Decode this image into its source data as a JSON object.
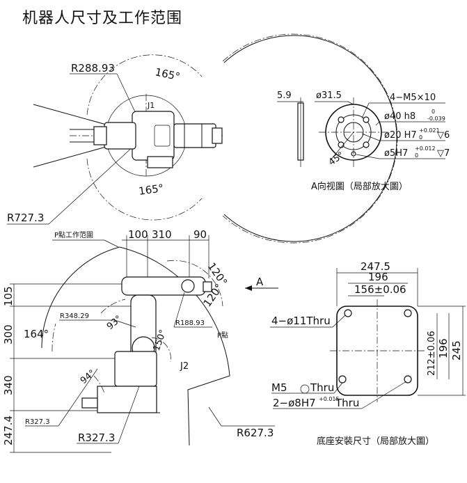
{
  "title": "机器人尺寸及工作范围",
  "top_view": {
    "r_inner": "R288.93",
    "angle_upper": "165°",
    "angle_lower": "165°",
    "joint_label": "J1",
    "r_outer": "R727.3"
  },
  "flange_view": {
    "dim_thickness": "5.9",
    "dim_diameter": "ø31.5",
    "thread": "4−M5×10",
    "fit_40": "ø40 h8",
    "fit_40_tol_upper": "0",
    "fit_40_tol_lower": "-0.039",
    "fit_20": "ø20 H7",
    "fit_20_tol_upper": "+0.021",
    "fit_20_tol_lower": "0",
    "fit_20_depth": "▽6",
    "fit_5": "ø5H7",
    "fit_5_tol_upper": "+0.012",
    "fit_5_tol_lower": "0",
    "fit_5_depth": "▽7",
    "angle": "45°",
    "caption": "A向视圖（局部放大圖）"
  },
  "side_view": {
    "p_range_label": "P點工作范圍",
    "top_dims": [
      "100",
      "310",
      "90"
    ],
    "angle_120_upper": "120°",
    "angle_120_lower": "120°",
    "arrow_label": "A",
    "left_dims": [
      "105",
      "300",
      "340",
      "247.4"
    ],
    "r_348": "R348.29",
    "angle_93": "93°",
    "angle_164": "164°",
    "r_188": "R188.93",
    "p_point": "P點",
    "angle_150": "150°",
    "joint_j2": "J2",
    "angle_94": "94°",
    "r_327_small": "R327.3",
    "r_327": "R327.3",
    "r_627": "R627.3"
  },
  "base_view": {
    "dim_247": "247.5",
    "dim_196_top": "196",
    "dim_156": "156±0.06",
    "hole_thru": "4−ø11Thru",
    "dim_212": "212±0.06",
    "dim_196_side": "196",
    "dim_245": "245",
    "m5_label": "M5",
    "m5_thru": "Thru",
    "pin_hole": "2−ø8H7",
    "pin_tol": "+0.015",
    "pin_thru": "Thru",
    "caption": "底座安裝尺寸（局部放大圖）"
  }
}
